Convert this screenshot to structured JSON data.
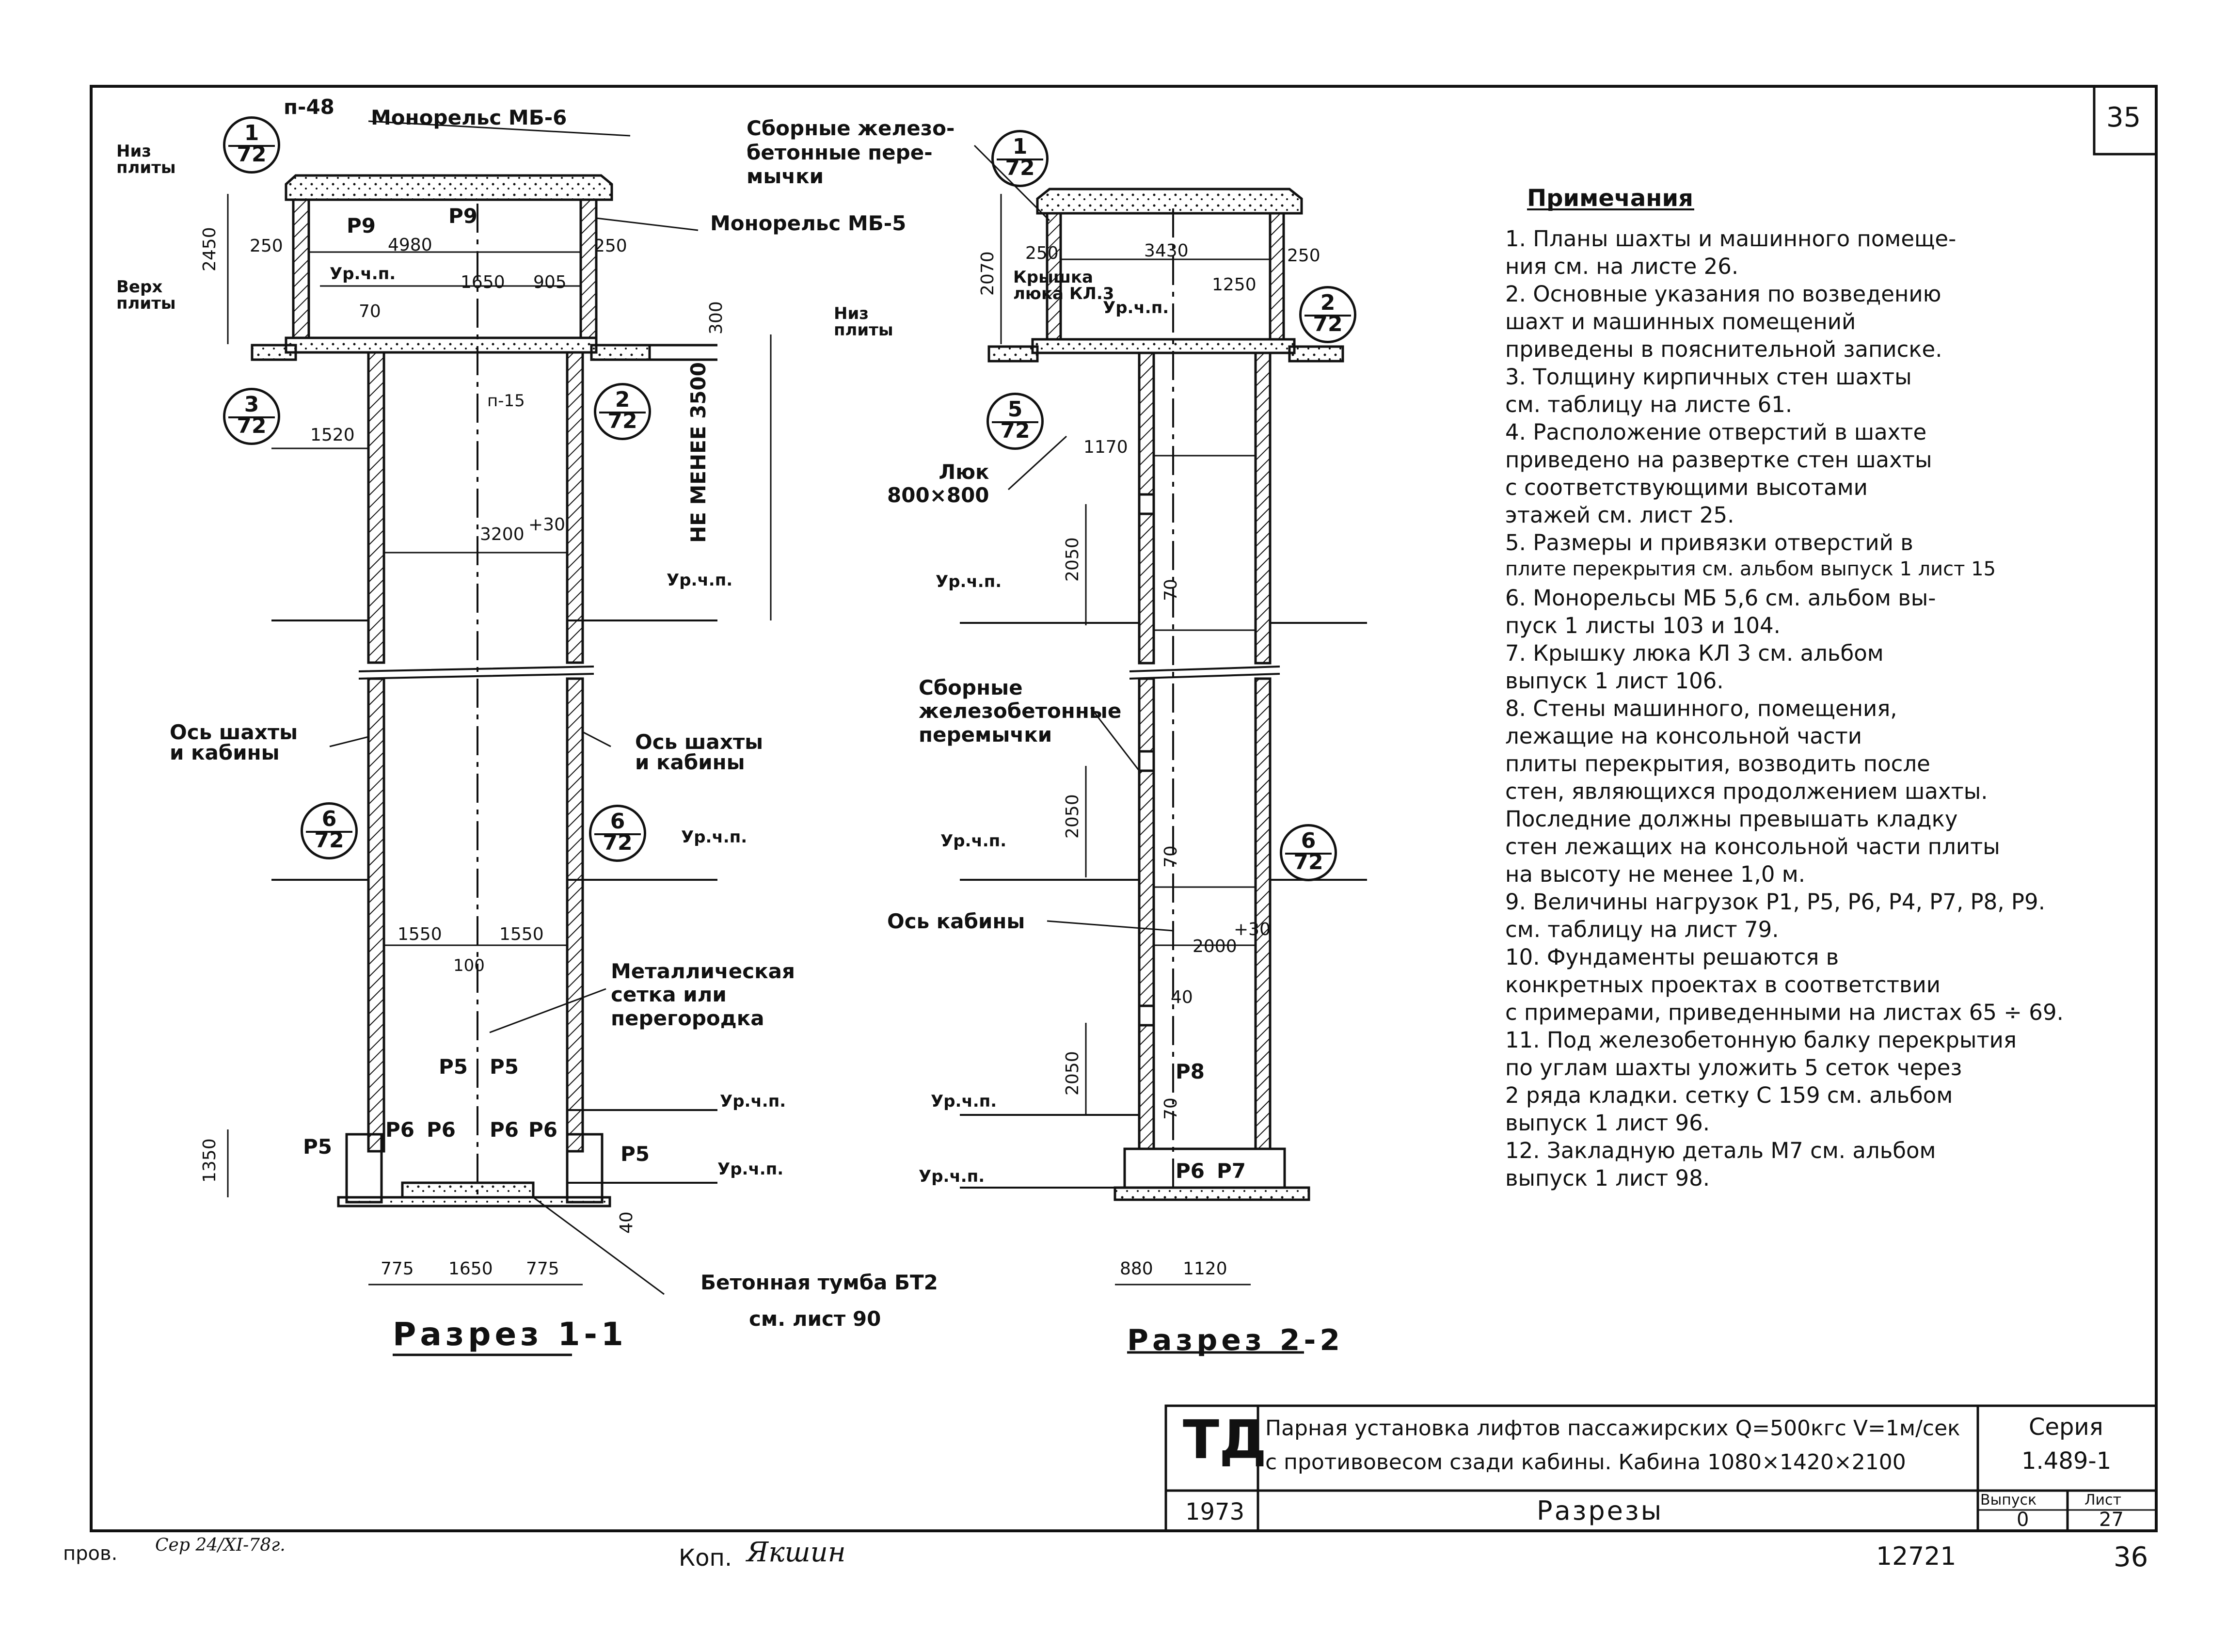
{
  "sheet_number_top": "35",
  "sheet_number_bottom": "36",
  "doc_number": "12721",
  "section_1": {
    "title": "Разрез 1-1",
    "labels": {
      "p48": "п-48",
      "monorail_6": "Монорельс МБ-6",
      "monorail_5": "Монорельс МБ-5",
      "niz_plity": "Низ\nплиты",
      "verh_plity": "Верх\nплиты",
      "niz_plity_right": "Низ\nплиты",
      "r9_a": "Р9",
      "r9_b": "Р9",
      "p15": "п-15",
      "ne_menee": "НЕ МЕНЕЕ 3500",
      "os_shahty_left": "Ось шахты\nи кабины",
      "os_shahty_right": "Ось шахты\nи кабины",
      "setka": "Металлическая\nсетка или\nперегородка",
      "tumba": "Бетонная    тумба БТ2",
      "tumba_ref": "см. лист 90",
      "ur_ch_p": "Ур.ч.п."
    },
    "dims": {
      "d2450": "2450",
      "d250a": "250",
      "d4980": "4980",
      "d250b": "250",
      "d70": "70",
      "d1650": "1650",
      "d905": "905",
      "d300": "300",
      "d1520": "1520",
      "d3200": "3200",
      "d30a": "+30",
      "d1550": "1550",
      "d1550b": "1550",
      "d100": "100",
      "d1350": "1350",
      "d775a": "775",
      "d1650b": "1650",
      "d775b": "775",
      "d40": "40"
    },
    "loads": [
      "Р5",
      "Р5",
      "Р6",
      "Р6",
      "Р6",
      "Р6",
      "Р5",
      "Р5"
    ]
  },
  "section_2": {
    "title": "Разрез 2-2",
    "labels": {
      "sbornye_top": "Сборные железо-\nбетонные пере-\nмычки",
      "kryshka": "Крышка\nлюка КЛ.3",
      "luk": "Люк\n800×800",
      "sbornye_mid": "Сборные\nжелезобетонные\nперемычки",
      "os_kabiny": "Ось кабины",
      "ur_ch_p": "Ур.ч.п."
    },
    "dims": {
      "d2070": "2070",
      "d250a": "250",
      "d3430": "3430",
      "d250b": "250",
      "d1250": "1250",
      "d1170": "1170",
      "d2050a": "2050",
      "d70a": "70",
      "d2050b": "2050",
      "d70b": "70",
      "d2000": "2000",
      "d30": "+30",
      "d40": "40",
      "d2050c": "2050",
      "d70c": "70",
      "d880": "880",
      "d1120": "1120"
    },
    "loads": [
      "Р8",
      "Р6",
      "Р7"
    ]
  },
  "circles": [
    {
      "top": "1",
      "bot": "72"
    },
    {
      "top": "3",
      "bot": "72"
    },
    {
      "top": "2",
      "bot": "72"
    },
    {
      "top": "6",
      "bot": "72"
    },
    {
      "top": "6",
      "bot": "72"
    },
    {
      "top": "1",
      "bot": "72"
    },
    {
      "top": "2",
      "bot": "72"
    },
    {
      "top": "5",
      "bot": "72"
    },
    {
      "top": "6",
      "bot": "72"
    }
  ],
  "notes": {
    "heading": "Примечания",
    "lines": [
      "1. Планы    шахты   и машинного   помеще-",
      "ния  см.   на  листе  26.",
      "2. Основные     указания  по возведению",
      "шахт  и  машинных   помещений",
      "приведены  в  пояснительной  записке.",
      "3. Толщину   кирпичных   стен   шахты",
      "см. таблицу    на листе 61.",
      "4. Расположение  отверстий   в шахте",
      "приведено на развертке   стен шахты",
      "с соответствующими   высотами",
      "этажей  см. лист 25.",
      "5. Размеры  и привязки  отверстий  в",
      "плите перекрытия см. альбом выпуск 1 лист 15",
      "6.  Монорельсы МБ 5,6 см. альбом    вы-",
      "пуск 1  листы 103  и  104.",
      "7.  Крышку  люка  КЛ 3 см.  альбом",
      "выпуск 1  лист 106.",
      "8.  Стены  машинного,  помещения,",
      "лежащие  на  консольной  части",
      "плиты  перекрытия, возводить  после",
      "стен,  являющихся   продолжением шахты.",
      "Последние  должны  превышать кладку",
      "стен лежащих на консольной  части плиты",
      "на  высоту  не менее 1,0 м.",
      "9.  Величины  нагрузок Р1,  Р5, Р6, Р4, Р7, Р8, Р9.",
      "см. таблицу на лист 79.",
      "10.   Фундаменты решаются   в",
      "конкретных  проектах  в соответствии",
      "с примерами, приведенными на листах 65 ÷ 69.",
      "11.   Под железобетонную балку перекрытия",
      "по углам  шахты  уложить 5 сеток через",
      "2 ряда   кладки. сетку С 159 см. альбом",
      "выпуск 1     лист 96.",
      "12.  Закладную деталь  М7 см. альбом",
      "выпуск  1  лист 98."
    ]
  },
  "stamp": {
    "logo": "ТД",
    "desc_line1": "Парная установка лифтов пассажирских Q=500кгс  V=1м/сек",
    "desc_line2": "с противовесом сзади кабины. Кабина 1080×1420×2100",
    "seria_label": "Серия",
    "seria_value": "1.489-1",
    "year": "1973",
    "sheet_title": "Разрезы",
    "vypusk_label": "Выпуск",
    "vypusk_value": "0",
    "list_label": "Лист",
    "list_value": "27"
  },
  "footer": {
    "prov": "пров.",
    "prov_sign": "Сер  24/XI-78г.",
    "kop": "Коп.",
    "kop_sign": "Якшин"
  }
}
